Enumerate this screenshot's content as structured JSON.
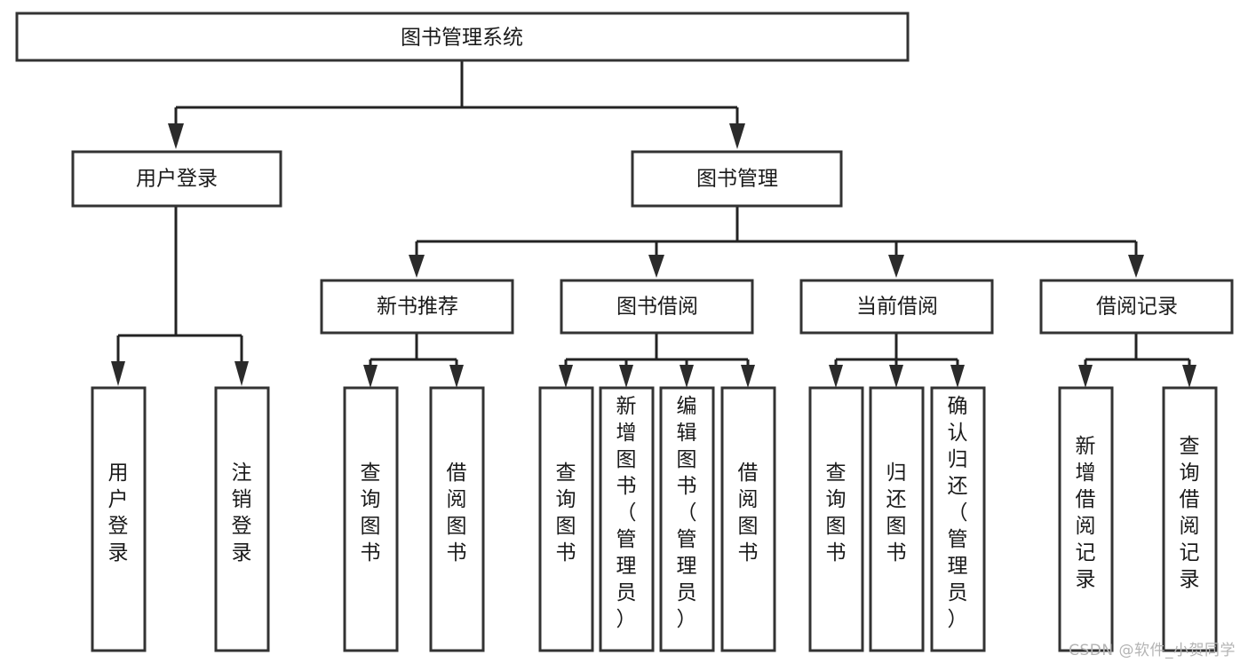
{
  "diagram": {
    "type": "tree-hierarchy",
    "title": "图书管理系统",
    "watermark": "CSDN @软件_小贺同学",
    "nodes": {
      "root": {
        "label": "图书管理系统",
        "level": 1,
        "orientation": "horizontal"
      },
      "l2": [
        {
          "id": "user-login",
          "label": "用户登录",
          "level": 2,
          "orientation": "horizontal"
        },
        {
          "id": "book-manage",
          "label": "图书管理",
          "level": 2,
          "orientation": "horizontal"
        }
      ],
      "l3": [
        {
          "id": "new-book-recommend",
          "label": "新书推荐",
          "level": 3,
          "orientation": "horizontal",
          "parent": "book-manage"
        },
        {
          "id": "book-borrow",
          "label": "图书借阅",
          "level": 3,
          "orientation": "horizontal",
          "parent": "book-manage"
        },
        {
          "id": "current-borrow",
          "label": "当前借阅",
          "level": 3,
          "orientation": "horizontal",
          "parent": "book-manage"
        },
        {
          "id": "borrow-record",
          "label": "借阅记录",
          "level": 3,
          "orientation": "horizontal",
          "parent": "book-manage"
        }
      ],
      "leaves": [
        {
          "id": "leaf-user-login",
          "label": "用户登录",
          "parent": "user-login",
          "orientation": "vertical"
        },
        {
          "id": "leaf-logout-login",
          "label": "注销登录",
          "parent": "user-login",
          "orientation": "vertical"
        },
        {
          "id": "leaf-query-book-1",
          "label": "查询图书",
          "parent": "new-book-recommend",
          "orientation": "vertical"
        },
        {
          "id": "leaf-borrow-book-1",
          "label": "借阅图书",
          "parent": "new-book-recommend",
          "orientation": "vertical"
        },
        {
          "id": "leaf-query-book-2",
          "label": "查询图书",
          "parent": "book-borrow",
          "orientation": "vertical"
        },
        {
          "id": "leaf-add-book",
          "label": "新增图书（管理员）",
          "parent": "book-borrow",
          "orientation": "vertical"
        },
        {
          "id": "leaf-edit-book",
          "label": "编辑图书（管理员）",
          "parent": "book-borrow",
          "orientation": "vertical"
        },
        {
          "id": "leaf-borrow-book-2",
          "label": "借阅图书",
          "parent": "book-borrow",
          "orientation": "vertical"
        },
        {
          "id": "leaf-query-book-3",
          "label": "查询图书",
          "parent": "current-borrow",
          "orientation": "vertical"
        },
        {
          "id": "leaf-return-book",
          "label": "归还图书",
          "parent": "current-borrow",
          "orientation": "vertical"
        },
        {
          "id": "leaf-confirm-return",
          "label": "确认归还（管理员）",
          "parent": "current-borrow",
          "orientation": "vertical"
        },
        {
          "id": "leaf-add-record",
          "label": "新增借阅记录",
          "parent": "borrow-record",
          "orientation": "vertical"
        },
        {
          "id": "leaf-query-record",
          "label": "查询借阅记录",
          "parent": "borrow-record",
          "orientation": "vertical"
        }
      ]
    },
    "colors": {
      "box_stroke": "#333333",
      "box_fill": "#ffffff",
      "connector": "#232323",
      "text": "#1a1a1a",
      "watermark": "#b4b4b4",
      "background": "#ffffff"
    }
  }
}
